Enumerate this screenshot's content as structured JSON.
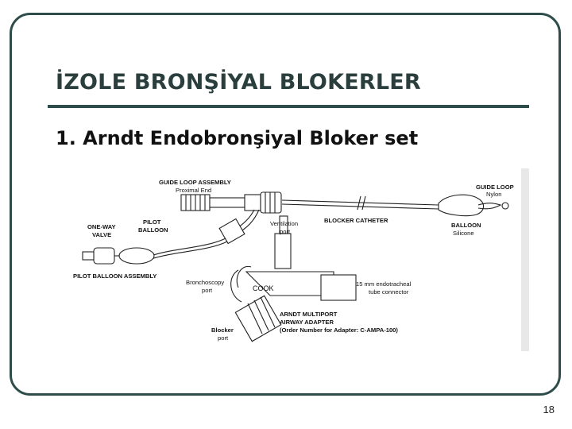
{
  "slide": {
    "title": "İZOLE BRONŞİYAL BLOKERLER",
    "subtitle": "1. Arndt Endobronşiyal Bloker set",
    "page_number": "18"
  },
  "diagram": {
    "labels": {
      "guide_loop_assembly": "GUIDE LOOP ASSEMBLY",
      "proximal_end": "Proximal End",
      "guide_loop": "GUIDE LOOP",
      "nylon": "Nylon",
      "one_way_valve_1": "ONE-WAY",
      "one_way_valve_2": "VALVE",
      "pilot_balloon_1": "PILOT",
      "pilot_balloon_2": "BALLOON",
      "ventilation_port_1": "Ventilation",
      "ventilation_port_2": "port",
      "blocker_catheter": "BLOCKER CATHETER",
      "balloon": "BALLOON",
      "silicone": "Silicone",
      "pilot_balloon_assembly": "PILOT BALLOON ASSEMBLY",
      "bronchoscopy_port_1": "Bronchoscopy",
      "bronchoscopy_port_2": "port",
      "brand": "COOK",
      "tube_connector_1": "15 mm endotracheal",
      "tube_connector_2": "tube connector",
      "adapter_1": "ARNDT MULTIPORT",
      "adapter_2": "AIRWAY ADAPTER",
      "order_number": "(Order Number for Adapter: C-AMPA-100)",
      "blocker_port_1": "Blocker",
      "blocker_port_2": "port"
    }
  }
}
